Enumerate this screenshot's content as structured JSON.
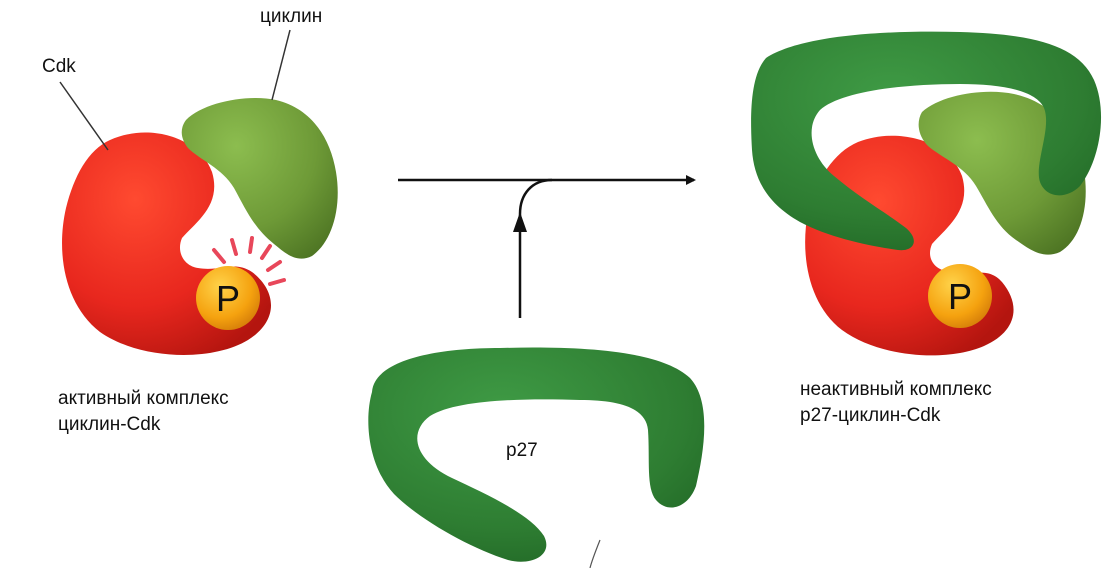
{
  "labels": {
    "cdk": "Cdk",
    "cyclin": "циклин",
    "phosphate": "P",
    "p27": "p27",
    "active_line1": "активный комплекс",
    "active_line2": "циклин-Cdk",
    "inactive_line1": "неактивный комплекс",
    "inactive_line2": "p27-циклин-Cdk"
  },
  "colors": {
    "cdk": "#e8271e",
    "cyclin": "#6e9a37",
    "p27": "#2e7d32",
    "phosphate": "#f5a20f",
    "activity_marks": "#e8475a",
    "arrow": "#111111"
  }
}
